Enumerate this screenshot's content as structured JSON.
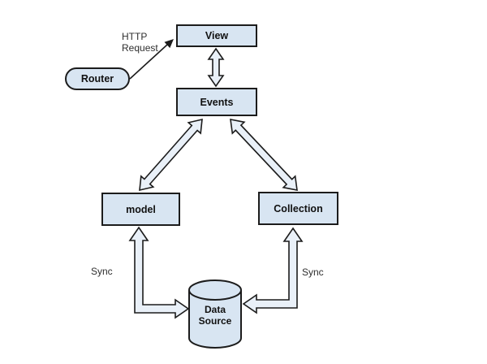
{
  "diagram": {
    "nodes": {
      "router": {
        "label": "Router",
        "shape": "rounded"
      },
      "view": {
        "label": "View",
        "shape": "rect"
      },
      "events": {
        "label": "Events",
        "shape": "rect"
      },
      "model": {
        "label": "model",
        "shape": "rect"
      },
      "collection": {
        "label": "Collection",
        "shape": "rect"
      },
      "data_source": {
        "label": "Data Source",
        "shape": "cylinder"
      }
    },
    "edges": {
      "router_to_view": {
        "label": "HTTP Request",
        "style": "solid-single-arrow"
      },
      "view_events": {
        "label": "",
        "style": "hollow-double-arrow"
      },
      "events_model": {
        "label": "",
        "style": "hollow-double-arrow"
      },
      "events_collection": {
        "label": "",
        "style": "hollow-double-arrow"
      },
      "model_data_source": {
        "label": "Sync",
        "style": "hollow-double-elbow-arrow"
      },
      "collection_data_source": {
        "label": "Sync",
        "style": "hollow-double-elbow-arrow"
      }
    }
  },
  "colors": {
    "node_fill": "#d8e5f2",
    "arrow_fill": "#e9f0f8",
    "outline": "#1c1c1c",
    "background": "#ffffff",
    "text": "#111111",
    "label_text": "#2e2e2e"
  }
}
